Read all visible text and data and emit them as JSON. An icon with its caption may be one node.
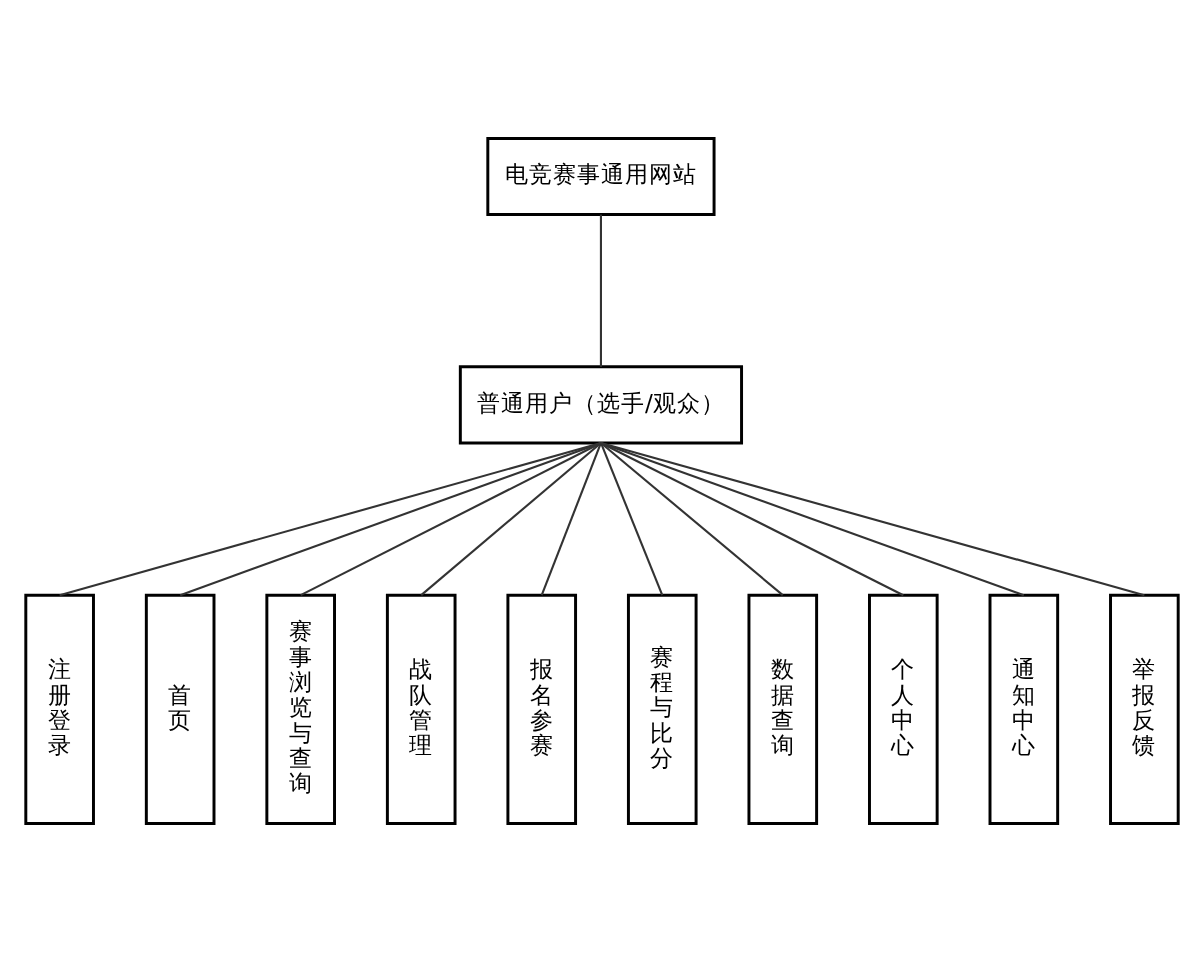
{
  "diagram": {
    "nodes": [
      {
        "text": [
          "电竞赛事通用网站"
        ]
      },
      {
        "text": [
          "普通用户（选手/观众）"
        ]
      },
      {
        "text": [
          "注册登录"
        ]
      },
      {
        "text": [
          "首页"
        ]
      },
      {
        "text": [
          "赛事浏览与查询"
        ]
      },
      {
        "text": [
          "战队管理"
        ]
      },
      {
        "text": [
          "报名参赛"
        ]
      },
      {
        "text": [
          "赛程与比分"
        ]
      },
      {
        "text": [
          "数据查询"
        ]
      },
      {
        "text": [
          "个人中心"
        ]
      },
      {
        "text": [
          "通知中心"
        ]
      },
      {
        "text": [
          "举报反馈"
        ]
      }
    ],
    "edges": [
      {
        "from": 0,
        "to": 1,
        "arrow": "none"
      },
      {
        "from": 1,
        "to": 2,
        "arrow": "none"
      },
      {
        "from": 1,
        "to": 3,
        "arrow": "none"
      },
      {
        "from": 1,
        "to": 4,
        "arrow": "none"
      },
      {
        "from": 1,
        "to": 5,
        "arrow": "none"
      },
      {
        "from": 1,
        "to": 6,
        "arrow": "none"
      },
      {
        "from": 1,
        "to": 7,
        "arrow": "none"
      },
      {
        "from": 1,
        "to": 8,
        "arrow": "none"
      },
      {
        "from": 1,
        "to": 9,
        "arrow": "none"
      },
      {
        "from": 1,
        "to": 10,
        "arrow": "none"
      },
      {
        "from": 1,
        "to": 11,
        "arrow": "none"
      }
    ]
  }
}
